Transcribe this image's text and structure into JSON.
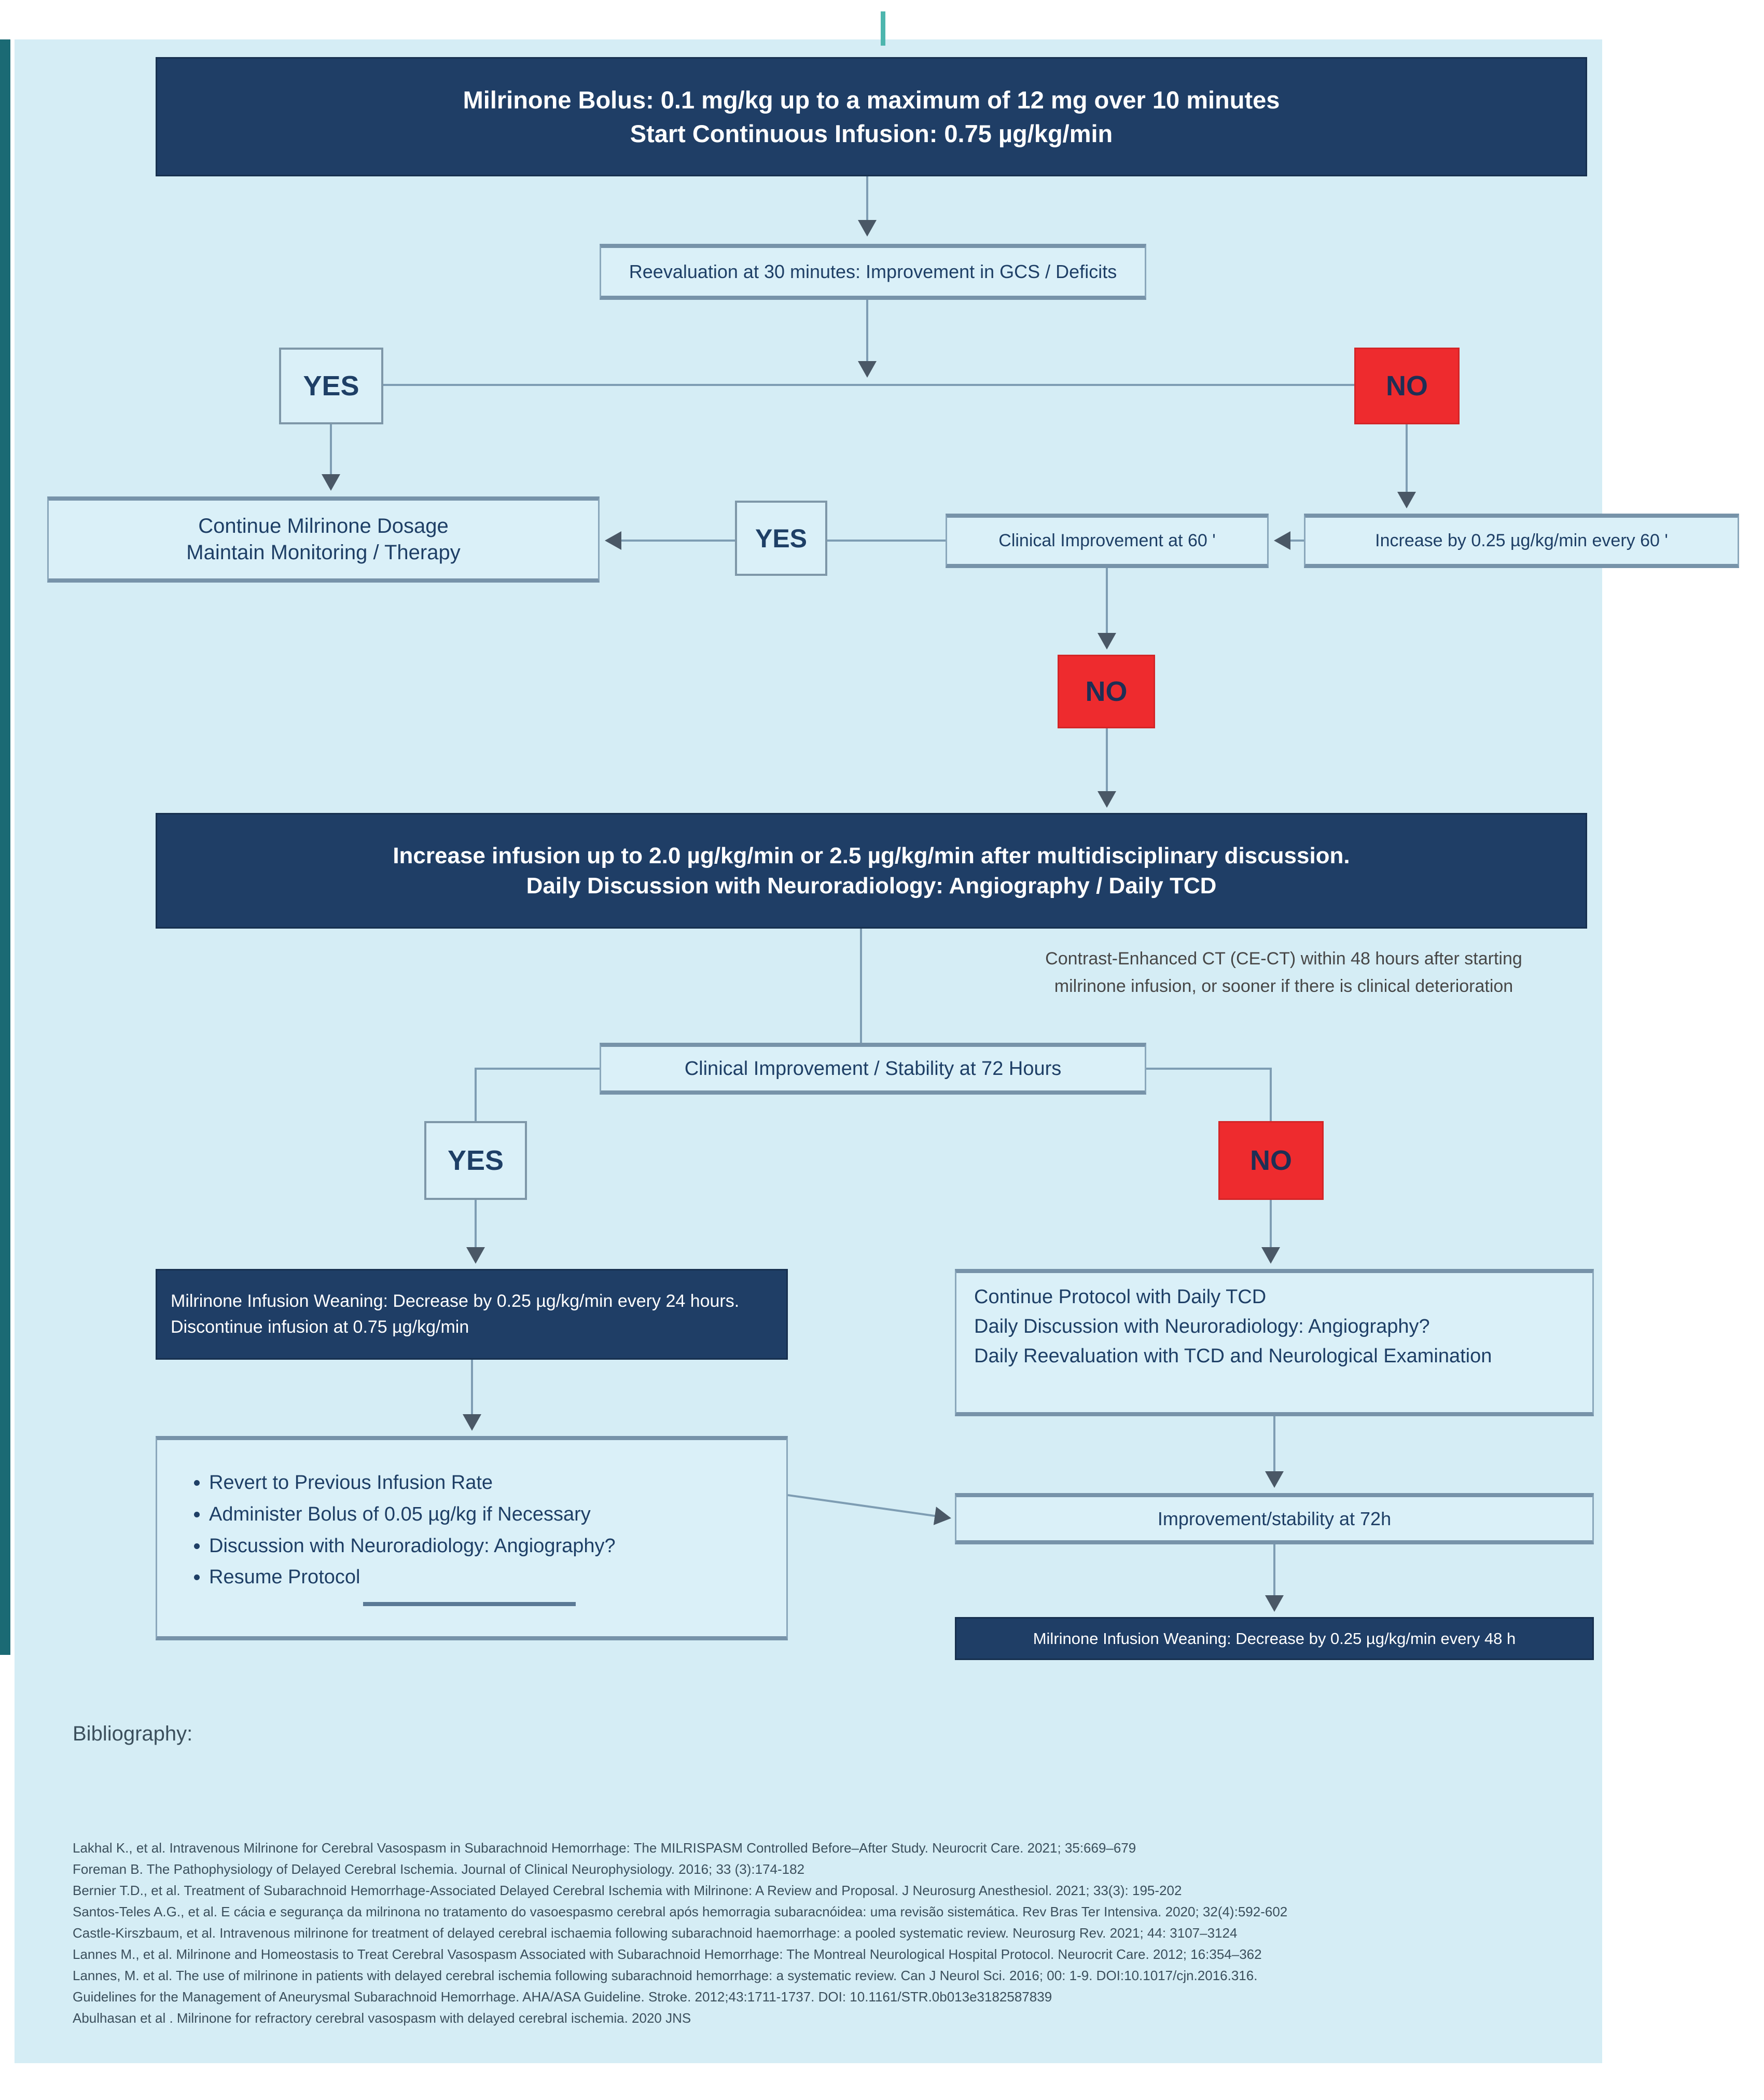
{
  "page": {
    "canvas_color": "#d5edf5",
    "accent_navy": "#1f3e66",
    "accent_red": "#ee2b2e",
    "border_color": "#8aa7bb",
    "teal_strip_color": "#1b6a74"
  },
  "flowchart": {
    "top_box": {
      "line1": "Milrinone Bolus: 0.1 mg/kg up to a maximum of 12 mg over 10 minutes",
      "line2": "Start Continuous Infusion: 0.75 µg/kg/min"
    },
    "reevaluation_box": "Reevaluation at 30 minutes: Improvement in GCS / Deficits",
    "yes_top": "YES",
    "no_top": "NO",
    "continue_box": {
      "line1": "Continue Milrinone Dosage",
      "line2": "Maintain Monitoring / Therapy"
    },
    "yes_mid": "YES",
    "clinical_60_box": "Clinical Improvement at 60 '",
    "increase_box": "Increase by 0.25 µg/kg/min every 60 '",
    "no_mid": "NO",
    "escalate_box": {
      "line1": "Increase infusion up to 2.0 µg/kg/min or 2.5 µg/kg/min after multidisciplinary discussion.",
      "line2": "Daily Discussion with Neuroradiology: Angiography / Daily TCD"
    },
    "ct_note": "Contrast-Enhanced CT (CE-CT) within 48 hours after starting\nmilrinone infusion, or sooner if there is clinical deterioration",
    "stability_72_box": "Clinical Improvement / Stability at 72 Hours",
    "yes_72": "YES",
    "no_72": "NO",
    "weaning_box": "Milrinone Infusion Weaning: Decrease by 0.25 µg/kg/min every 24 hours.\nDiscontinue infusion at 0.75 µg/kg/min",
    "relapse_box": {
      "bullets": [
        "Revert to Previous Infusion Rate",
        "Administer Bolus of 0.05 µg/kg if Necessary",
        "Discussion with Neuroradiology: Angiography?",
        "Resume Protocol"
      ]
    },
    "continue_protocol_box": "Continue Protocol with Daily TCD\nDaily Discussion with Neuroradiology: Angiography?\nDaily Reevaluation with TCD and Neurological Examination",
    "improvement_72_box": "Improvement/stability at 72h",
    "weaning_48_box": "Milrinone Infusion Weaning: Decrease by 0.25 µg/kg/min every 48 h"
  },
  "bibliography": {
    "heading": "Bibliography:",
    "lines": [
      "Lakhal K., et al. Intravenous Milrinone for Cerebral Vasospasm in Subarachnoid Hemorrhage: The MILRISPASM Controlled Before–After Study. Neurocrit Care. 2021; 35:669–679",
      "Foreman B. The Pathophysiology of Delayed Cerebral Ischemia. Journal of Clinical Neurophysiology. 2016; 33 (3):174-182",
      "Bernier T.D., et al. Treatment of Subarachnoid Hemorrhage-Associated Delayed Cerebral Ischemia with Milrinone: A Review and Proposal. J Neurosurg Anesthesiol. 2021; 33(3): 195-202",
      "Santos-Teles A.G., et al. E cácia e segurança da milrinona no tratamento do vasoespasmo cerebral após hemorragia subaracnóidea: uma revisão sistemática. Rev Bras Ter Intensiva. 2020; 32(4):592-602",
      "Castle-Kirszbaum, et al. Intravenous milrinone for treatment of delayed cerebral ischaemia following subarachnoid haemorrhage: a pooled systematic review. Neurosurg Rev. 2021; 44: 3107–3124",
      "Lannes M., et al. Milrinone and Homeostasis to Treat Cerebral Vasospasm Associated with Subarachnoid Hemorrhage: The Montreal Neurological Hospital Protocol. Neurocrit Care. 2012; 16:354–362",
      "Lannes, M. et al. The use of milrinone in patients with delayed cerebral ischemia following subarachnoid hemorrhage: a systematic review. Can J Neurol Sci. 2016; 00: 1-9. DOI:10.1017/cjn.2016.316.",
      "Guidelines for the Management of Aneurysmal Subarachnoid Hemorrhage. AHA/ASA Guideline. Stroke. 2012;43:1711-1737. DOI: 10.1161/STR.0b013e3182587839",
      "Abulhasan et al . Milrinone for refractory cerebral vasospasm with delayed cerebral ischemia. 2020 JNS"
    ]
  }
}
